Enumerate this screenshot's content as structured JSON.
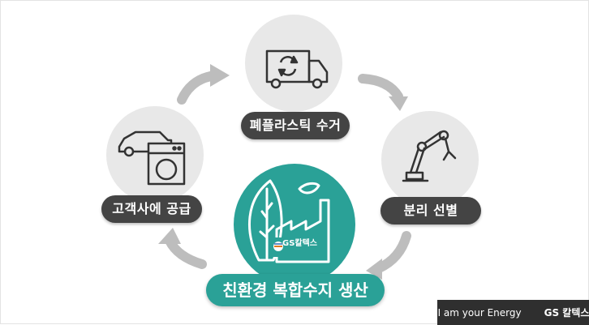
{
  "diagram": {
    "steps": [
      {
        "label": "폐플라스틱 수거",
        "icon": "truck-recycle-icon"
      },
      {
        "label": "분리 선별",
        "icon": "robot-arm-icon"
      },
      {
        "label": "친환경 복합수지 생산",
        "icon": "factory-leaf-icon"
      },
      {
        "label": "고객사에 공급",
        "icon": "car-washer-icon"
      }
    ],
    "center_logo": "GS칼텍스"
  },
  "footer": {
    "slogan": "I am your Energy",
    "brand": "GS 칼텍스"
  },
  "colors": {
    "accent": "#2aa197",
    "pill": "#444444",
    "circle": "#e8e8e8",
    "arrow": "#bdbdbd",
    "footer": "#2f2f2f"
  }
}
